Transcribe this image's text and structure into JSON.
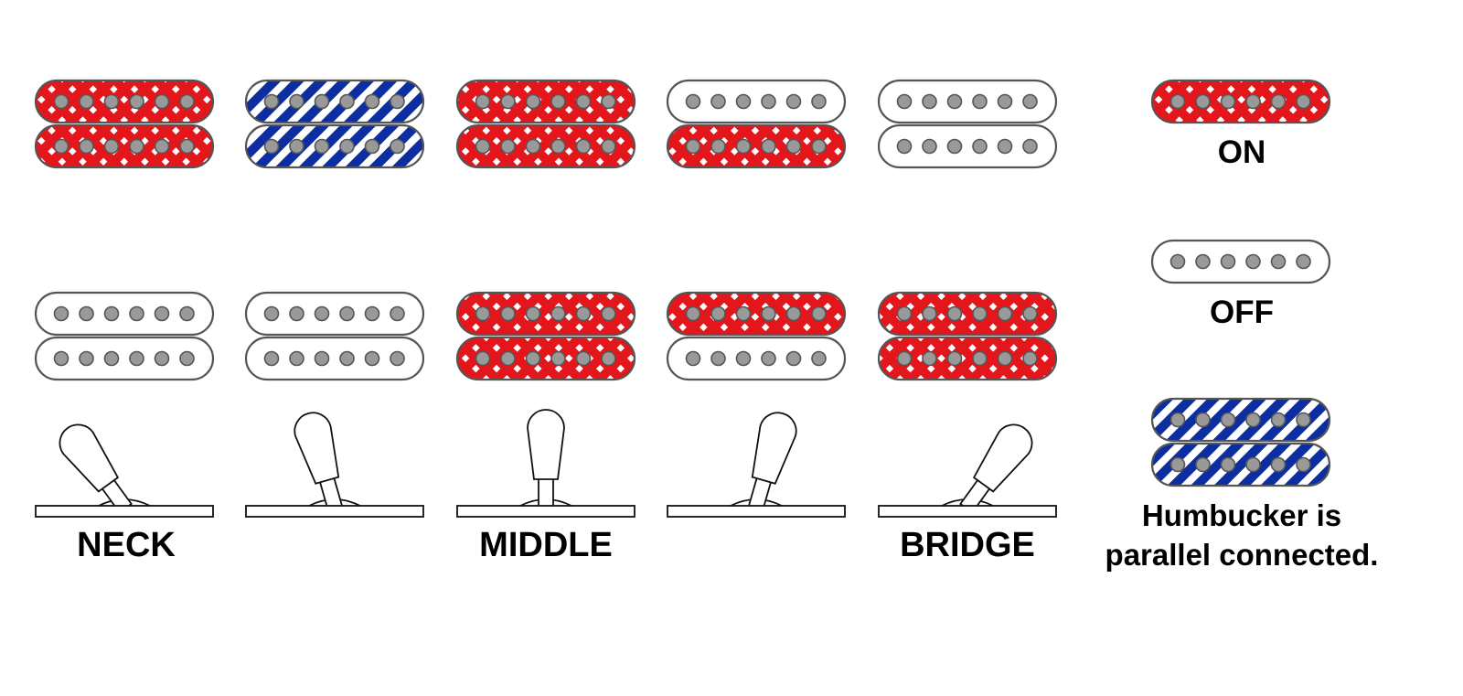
{
  "colors": {
    "on": "#e3161c",
    "parallel": "#0c2ea0",
    "pole": "#999999",
    "outline": "#555555"
  },
  "positions": [
    {
      "label": "NECK",
      "top": [
        "on",
        "on"
      ],
      "bottom": [
        "off",
        "off"
      ],
      "lever": "neck"
    },
    {
      "label": "",
      "top": [
        "parallel",
        "parallel"
      ],
      "bottom": [
        "off",
        "off"
      ],
      "lever": "neck-middle"
    },
    {
      "label": "MIDDLE",
      "top": [
        "on",
        "on"
      ],
      "bottom": [
        "on",
        "on"
      ],
      "lever": "middle"
    },
    {
      "label": "",
      "top": [
        "off",
        "on"
      ],
      "bottom": [
        "on",
        "off"
      ],
      "lever": "middle-bridge"
    },
    {
      "label": "BRIDGE",
      "top": [
        "off",
        "off"
      ],
      "bottom": [
        "on",
        "on"
      ],
      "lever": "bridge"
    }
  ],
  "legend": {
    "on": "ON",
    "off": "OFF",
    "parallel_line1": "Humbucker is",
    "parallel_line2": "parallel connected."
  }
}
